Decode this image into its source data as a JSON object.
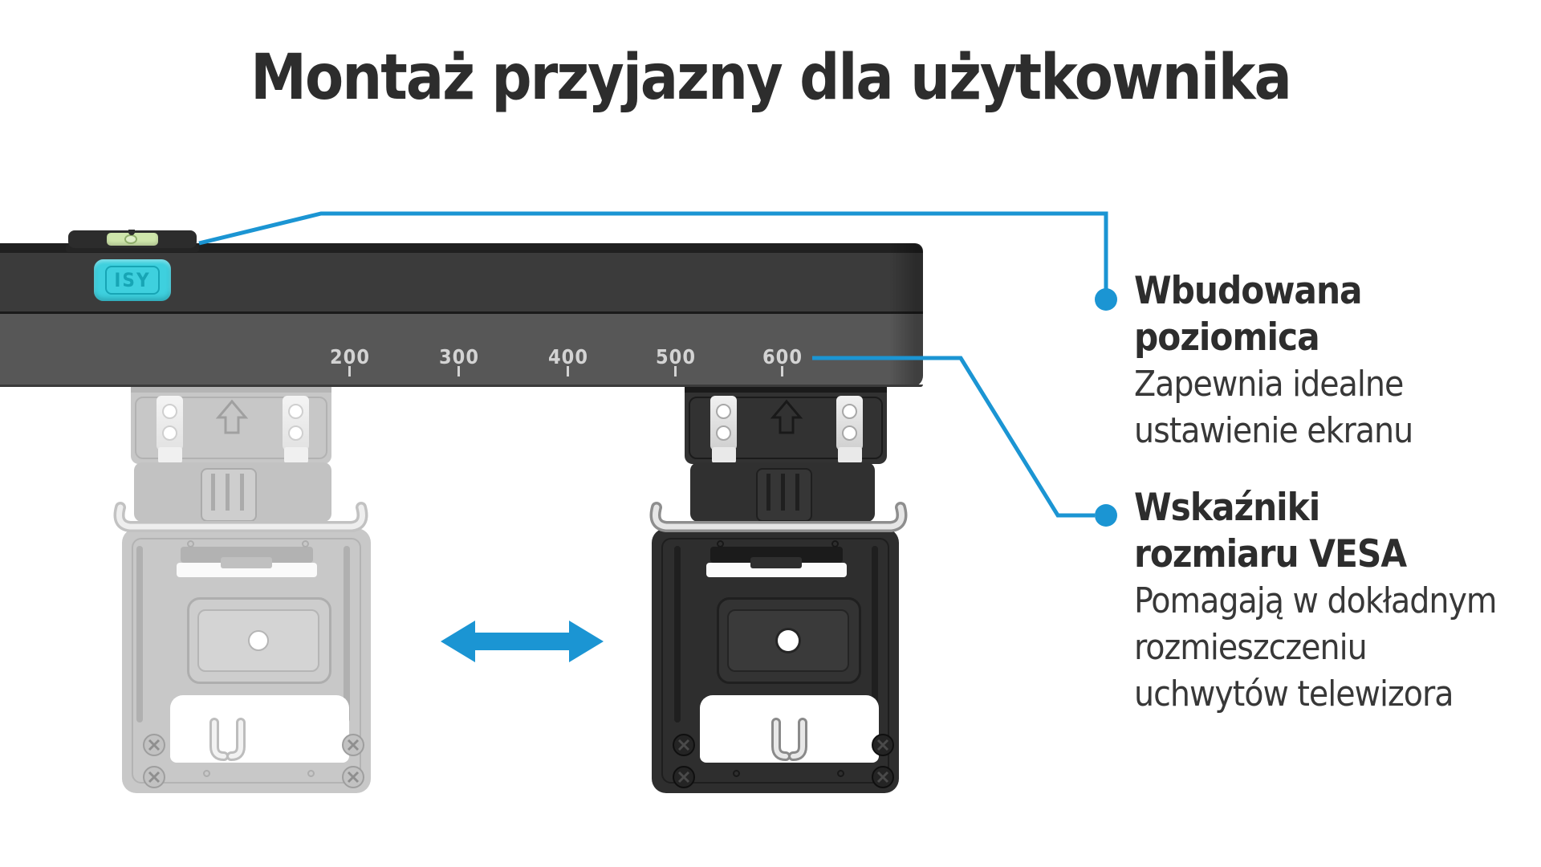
{
  "title": "Montaż przyjazny dla użytkownika",
  "colors": {
    "accent": "#1b95d3",
    "title_text": "#2d2d2d",
    "body_text": "#383838",
    "rail_top": "#202020",
    "rail_dark": "#3b3b3b",
    "rail_light": "#575757",
    "scale_text": "#d3d3d3",
    "isy_teal": "#3ed0de",
    "isy_line": "#17a5b5",
    "level_green": "#cfe6ab",
    "black_plate": "#2e2e2e",
    "gray_plate": "#c8c8c8"
  },
  "rail": {
    "brand": "ISY",
    "scale": {
      "labels": [
        "200",
        "300",
        "400",
        "500",
        "600"
      ]
    }
  },
  "callouts": [
    {
      "heading_lines": [
        "Wbudowana poziomica"
      ],
      "body_lines": [
        "Zapewnia idealne",
        "ustawienie ekranu"
      ]
    },
    {
      "heading_lines": [
        "Wskaźniki",
        "rozmiaru VESA"
      ],
      "body_lines": [
        "Pomagają w dokładnym",
        "rozmieszczeniu",
        "uchwytów telewizora"
      ]
    }
  ],
  "icons": {
    "spirit_level": "bubble-level",
    "double_arrow": "↔",
    "vesa_up_arrow": "⇧",
    "callout_dot": "●"
  }
}
